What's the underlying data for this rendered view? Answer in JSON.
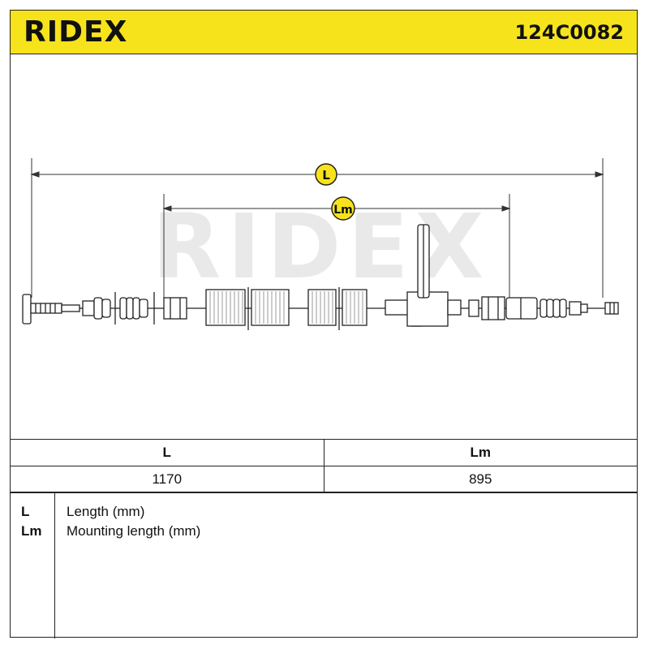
{
  "header": {
    "brand": "RIDEX",
    "part_number": "124C0082"
  },
  "drawing": {
    "dimension_L_label": "L",
    "dimension_Lm_label": "Lm",
    "watermark": "RIDEX",
    "accent_color": "#f7e31b"
  },
  "table": {
    "headers": [
      "L",
      "Lm"
    ],
    "values": [
      "1170",
      "895"
    ]
  },
  "legend": [
    {
      "key": "L",
      "description": "Length (mm)"
    },
    {
      "key": "Lm",
      "description": "Mounting length (mm)"
    }
  ]
}
